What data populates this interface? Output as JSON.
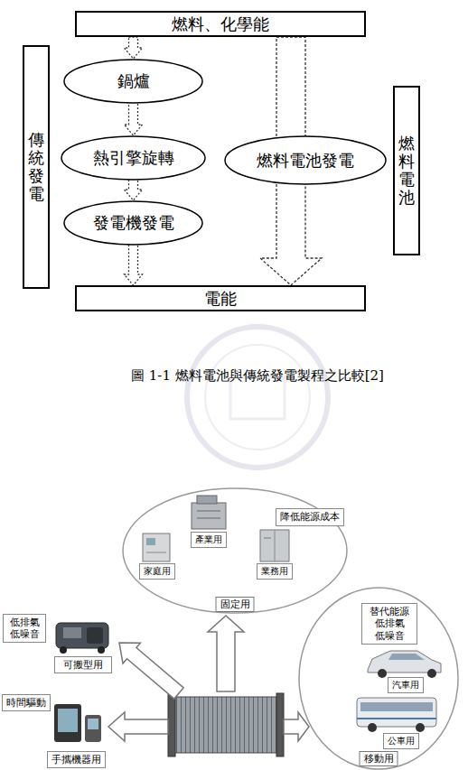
{
  "diagram": {
    "caption": "圖 1-1 燃料電池與傳統發電製程之比較[2]",
    "nodes": [
      {
        "text": [
          "燃料、化學能"
        ]
      },
      {
        "text": [
          "鍋爐"
        ]
      },
      {
        "text": [
          "熱引擎旋轉"
        ]
      },
      {
        "text": [
          "發電機發電"
        ]
      },
      {
        "text": [
          "燃料電池發電"
        ]
      },
      {
        "text": [
          "電能"
        ]
      },
      {
        "text": [
          "傳統發電"
        ]
      },
      {
        "text": [
          "燃料電池"
        ]
      },
      {
        "text": [
          "固定用"
        ]
      },
      {
        "text": [
          "降低能源成本"
        ],
        "in": 8
      },
      {
        "text": [
          "家庭用"
        ],
        "in": 8
      },
      {
        "text": [
          "產業用"
        ],
        "in": 8
      },
      {
        "text": [
          "業務用"
        ],
        "in": 8
      },
      {
        "text": [
          "移動用"
        ]
      },
      {
        "text": [
          "替代能源 低排氣 低噪音"
        ],
        "in": 13
      },
      {
        "text": [
          "汽車用"
        ],
        "in": 13
      },
      {
        "text": [
          "公車用"
        ],
        "in": 13
      },
      {
        "text": [
          "低排氣 低噪音"
        ]
      },
      {
        "text": [
          "可搬型用"
        ]
      },
      {
        "text": [
          "時間驅動"
        ]
      },
      {
        "text": [
          "手攜機器用"
        ]
      }
    ],
    "edges": [
      {
        "from": 0,
        "to": 1,
        "arrow": "to"
      },
      {
        "from": 1,
        "to": 2,
        "arrow": "to"
      },
      {
        "from": 2,
        "to": 3,
        "arrow": "to"
      },
      {
        "from": 3,
        "to": 5,
        "arrow": "to"
      },
      {
        "from": 0,
        "to": 4,
        "arrow": "none"
      },
      {
        "from": 4,
        "to": 5,
        "arrow": "to"
      }
    ]
  }
}
